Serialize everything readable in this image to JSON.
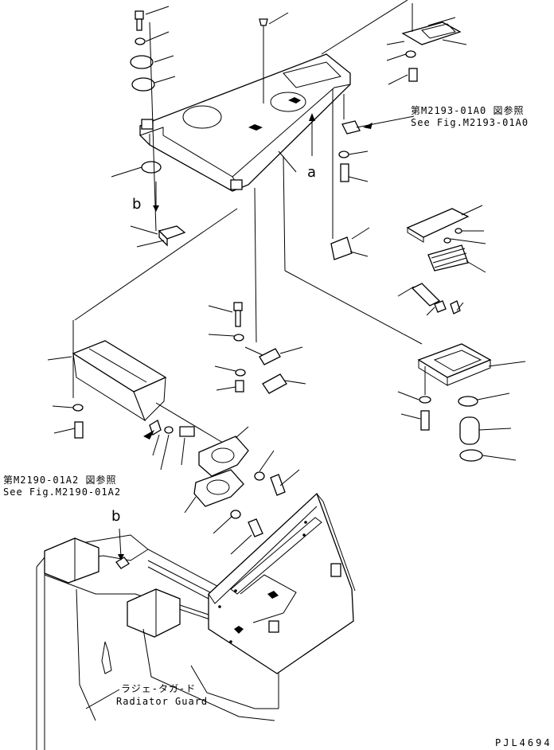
{
  "references": {
    "fig_m2193": {
      "jp": "第M2193-01A0 図参照",
      "en": "See Fig.M2193-01A0"
    },
    "fig_m2190": {
      "jp": "第M2190-01A2 図参照",
      "en": "See Fig.M2190-01A2"
    }
  },
  "callouts": {
    "a": "a",
    "b_top": "b",
    "b_bottom": "b"
  },
  "parts": {
    "radiator_guard_jp": "ラジェ-タガ-ド",
    "radiator_guard_en": "Radiator Guard"
  },
  "drawing_code": "PJL4694"
}
